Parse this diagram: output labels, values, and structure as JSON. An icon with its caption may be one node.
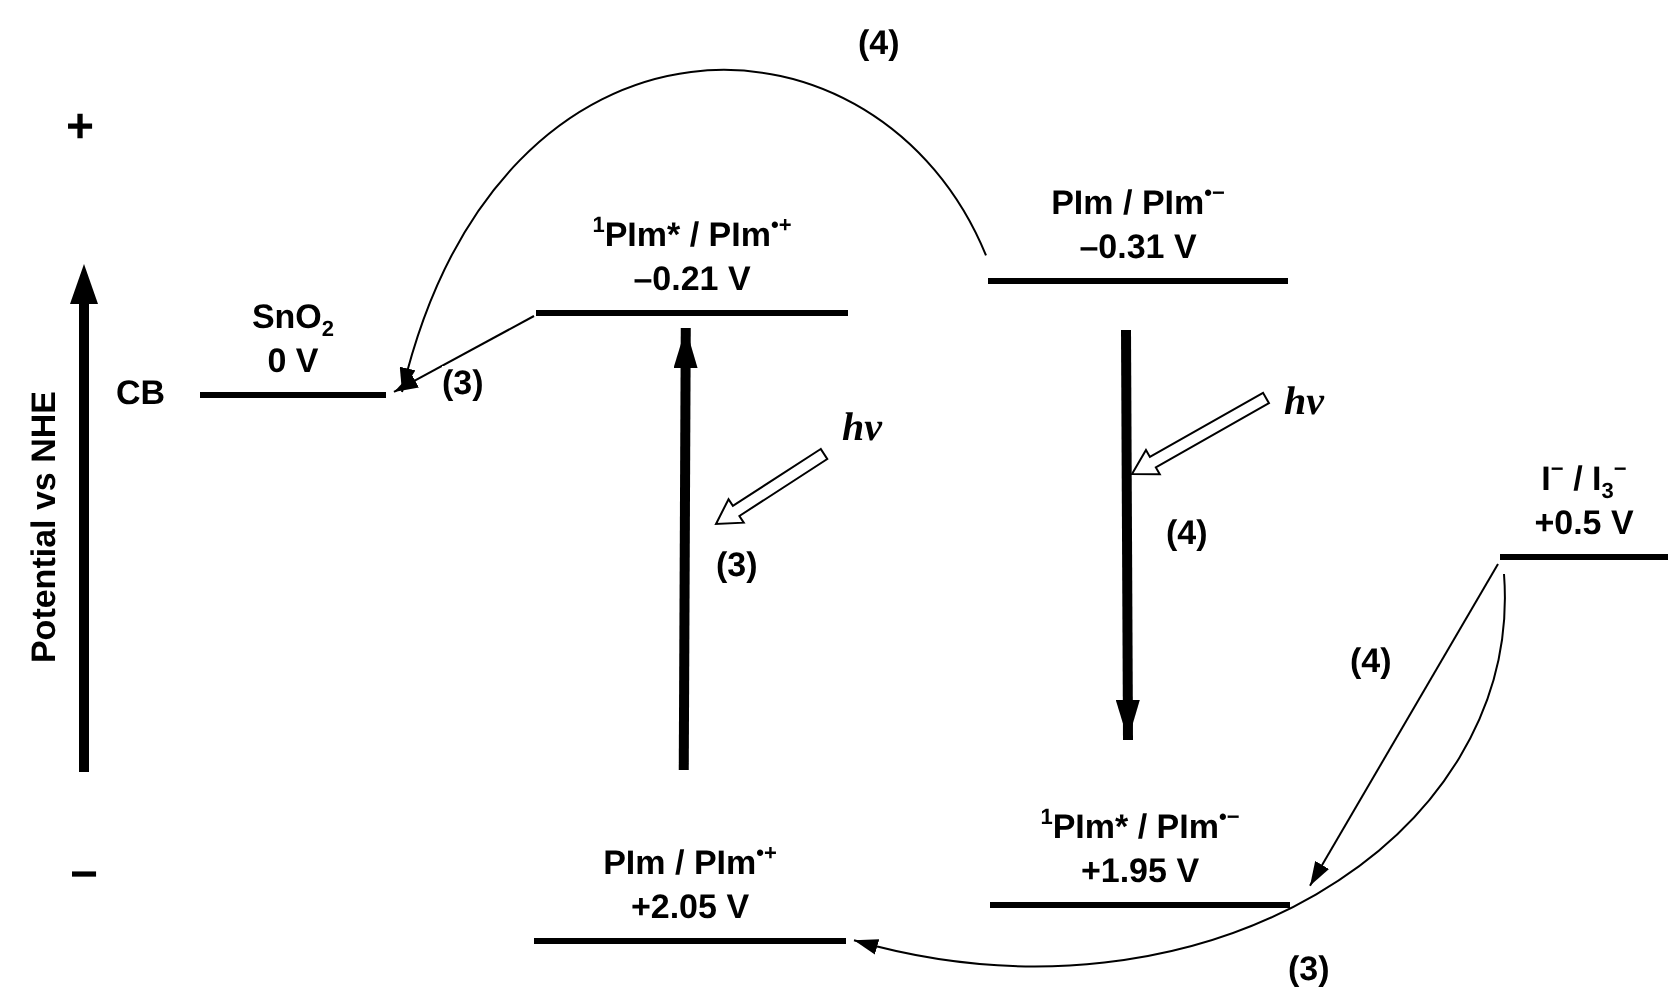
{
  "diagram": {
    "nodes": [
      {
        "text": [
          "SnO$_{2}$",
          "0 V"
        ],
        "beside": [
          "CB"
        ]
      },
      {
        "text": [
          "$^{1}$PIm* / PIm$^{•+}$",
          "–0.21 V"
        ]
      },
      {
        "text": [
          "PIm / PIm$^{•−}$",
          "–0.31 V"
        ]
      },
      {
        "text": [
          "I$^{−}$ / I$_{3}$$^{−}$",
          "+0.5 V"
        ]
      },
      {
        "text": [
          "PIm / PIm$^{•+}$",
          "+2.05 V"
        ]
      },
      {
        "text": [
          "$^{1}$PIm* / PIm$^{•−}$",
          "+1.95 V"
        ]
      }
    ],
    "edges": [
      {
        "from": 2,
        "to": 0,
        "arrow": "to",
        "label": "(4)"
      },
      {
        "from": 1,
        "to": 0,
        "arrow": "to",
        "label": "(3)"
      },
      {
        "from": 4,
        "to": 1,
        "arrow": "to",
        "label": "(3)",
        "style": "thick"
      },
      {
        "from": 2,
        "to": 5,
        "arrow": "to",
        "label": "(4)",
        "style": "thick"
      },
      {
        "from": 3,
        "to": 5,
        "arrow": "to",
        "label": "(4)"
      },
      {
        "from": 3,
        "to": 4,
        "arrow": "to",
        "label": "(3)"
      }
    ],
    "labels": [
      "+",
      "hν",
      "hν",
      "Potential vs NHE",
      "−"
    ]
  }
}
